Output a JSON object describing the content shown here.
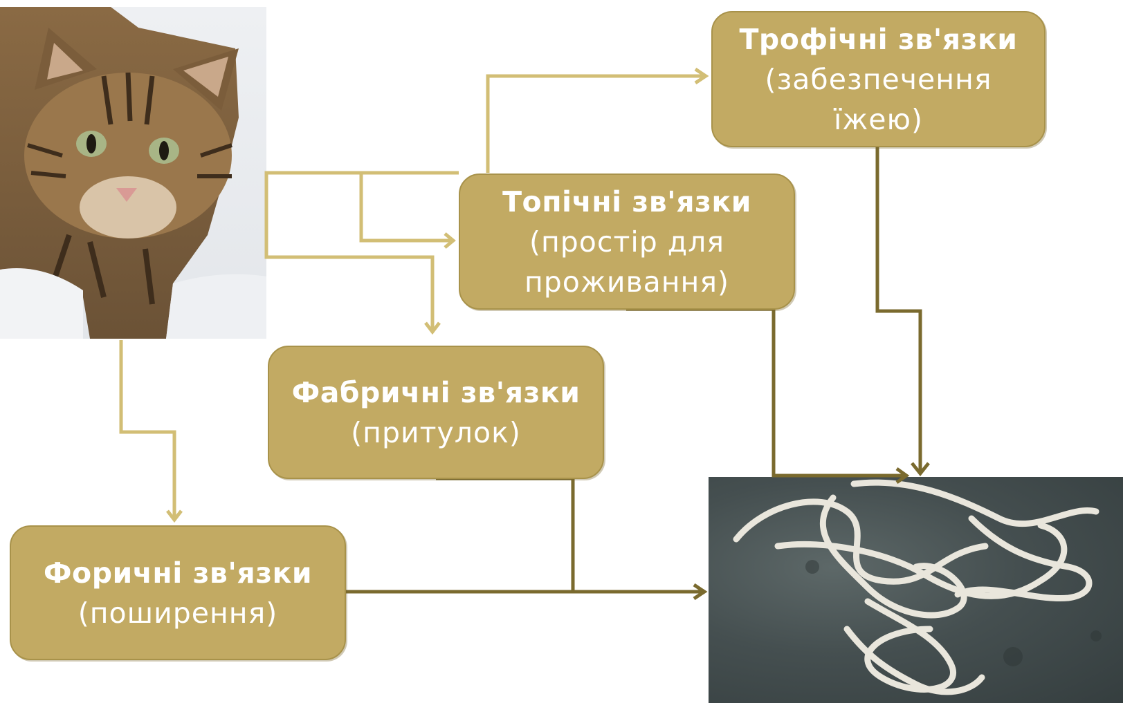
{
  "boxes": {
    "trophic": {
      "title": "Трофічні зв'язки",
      "sub": [
        "(забезпечення",
        "їжею)"
      ]
    },
    "topic": {
      "title": "Топічні зв'язки",
      "sub": [
        "(простір для",
        "проживання)"
      ]
    },
    "fabric": {
      "title": "Фабричні зв'язки",
      "sub": [
        "(притулок)"
      ]
    },
    "phoric": {
      "title": "Форичні зв'язки",
      "sub": [
        "(поширення)"
      ]
    }
  },
  "colors": {
    "box_fill": "#c2aa63",
    "arrow_light": "#d2be75",
    "arrow_dark": "#7a6a2e",
    "text": "#ffffff"
  },
  "images": {
    "left_top": "cat",
    "right_bottom": "worms"
  }
}
